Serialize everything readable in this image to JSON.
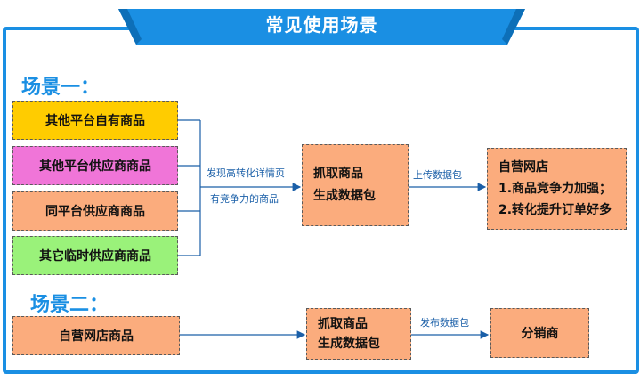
{
  "header": {
    "title": "常见使用场景"
  },
  "colors": {
    "frame_blue": "#1a8fe3",
    "yellow": "#ffcc00",
    "pink": "#f075d8",
    "salmon": "#fbac7d",
    "green": "#9af27a"
  },
  "scenario1": {
    "title": "场景一：",
    "sources": [
      "其他平台自有商品",
      "其他平台供应商商品",
      "同平台供应商商品",
      "其它临时供应商商品"
    ],
    "edge1_label_line1": "发现高转化详情页",
    "edge1_label_line2": "有竞争力的商品",
    "process_line1": "抓取商品",
    "process_line2": "生成数据包",
    "edge2_label": "上传数据包",
    "result_title": "自营网店",
    "result_line1": "1.商品竞争力加强；",
    "result_line2": "2.转化提升订单好多"
  },
  "scenario2": {
    "title": "场景二：",
    "source": "自营网店商品",
    "process_line1": "抓取商品",
    "process_line2": "生成数据包",
    "edge_label": "发布数据包",
    "result": "分销商"
  }
}
